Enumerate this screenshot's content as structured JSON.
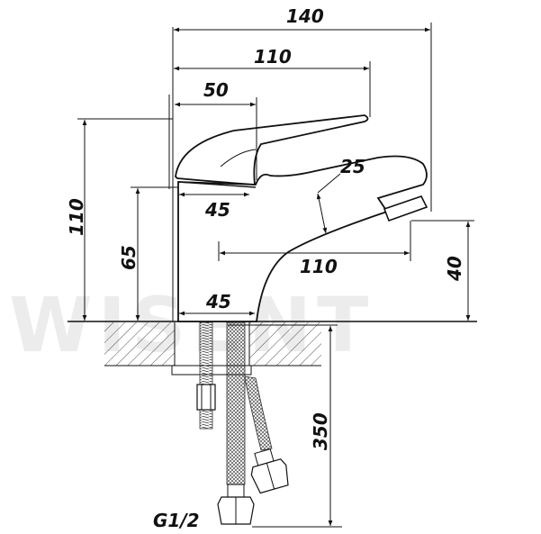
{
  "drawing": {
    "title": "Basin faucet dimensional drawing",
    "watermark": "WISENT",
    "colors": {
      "ink": "#111111",
      "watermark": "#ececec",
      "background": "#ffffff"
    }
  },
  "dimensions": {
    "overall_width": "140",
    "lever_reach": "110",
    "lever_base": "50",
    "body_base_top": "45",
    "spout_thickness": "25",
    "spout_reach": "110",
    "base_width": "45",
    "overall_height": "110",
    "spout_body_height": "65",
    "spout_outlet_height": "40",
    "hose_length": "350",
    "thread_size": "G1/2"
  }
}
